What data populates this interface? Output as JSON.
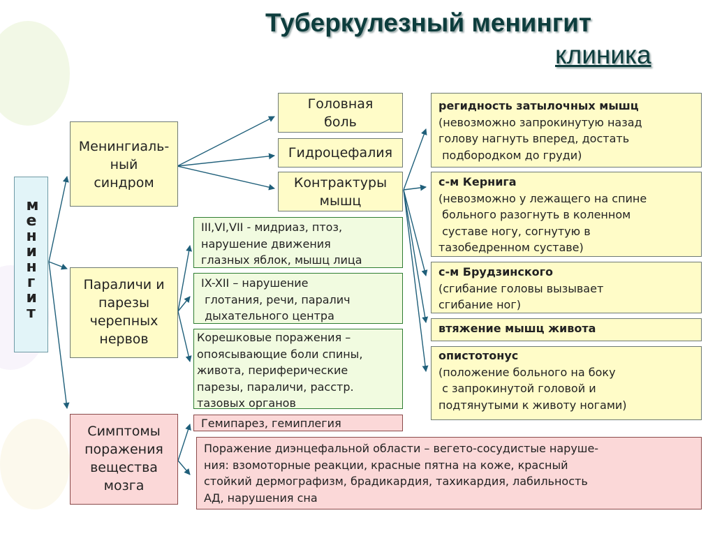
{
  "title": "Туберкулезный менингит",
  "subtitle": "клиника",
  "root": "менингит",
  "groups": {
    "meningeal": "Менингиаль-\nный\nсиндром",
    "paralyses": "Параличи и\nпарезы\nчерепных\nнервов",
    "brain": "Симптомы\nпоражения\nвещества\nмозга"
  },
  "meningeal_items": {
    "headache": "Головная\nболь",
    "hydrocephalus": "Гидроцефалия",
    "contractures": "Контрактуры\nмышц"
  },
  "signs": {
    "neck": {
      "name": "регидность затылочных мышц",
      "desc": "(невозможно запрокинутую назад\nголову нагнуть вперед, достать\n подбородком до груди)"
    },
    "kernig": {
      "name": "с-м Кернига",
      "desc": "(невозможно у лежащего на спине\n больного разогнуть в коленном\n суставе ногу, согнутую в\nтазобедренном суставе)"
    },
    "brudzinski": {
      "name": "с-м Брудзинского",
      "desc": "(сгибание головы вызывает\nсгибание ног)"
    },
    "abdomen": {
      "name": "втяжение мышц живота"
    },
    "opisthotonus": {
      "name": "опистотонус",
      "desc": "(положение больного на боку\n с запрокинутой головой и\nподтянутыми к животу ногами)"
    }
  },
  "paralysis_items": {
    "cranial_3_6_7": "III,VI,VII - мидриаз, птоз,\nнарушение движения\nглазных яблок, мышц лица",
    "cranial_9_12": "IX-XII – нарушение\n глотания, речи, паралич\n дыхательного центра",
    "radicular": "Корешковые поражения –\nопоясывающие боли спины,\nживота, периферические\nпарезы, параличи, расстр.\nтазовых органов"
  },
  "brain_items": {
    "hemiparesis": "Гемипарез, гемиплегия",
    "diencephalic": "Поражение диэнцефальной области – вегето-сосудистые наруше-\nния: взомоторные реакции, красные пятна на коже, красный\nстойкий дермографизм, брадикардия, тахикардия, лабильность\nАД, нарушения сна"
  },
  "colors": {
    "title": "#0d3d3d",
    "box_yellow": "#fffcc8",
    "box_green": "#f1fbe0",
    "box_pink": "#fbd8d8",
    "box_cyan": "#e2f4f8",
    "arrow": "#1f5f7a"
  }
}
